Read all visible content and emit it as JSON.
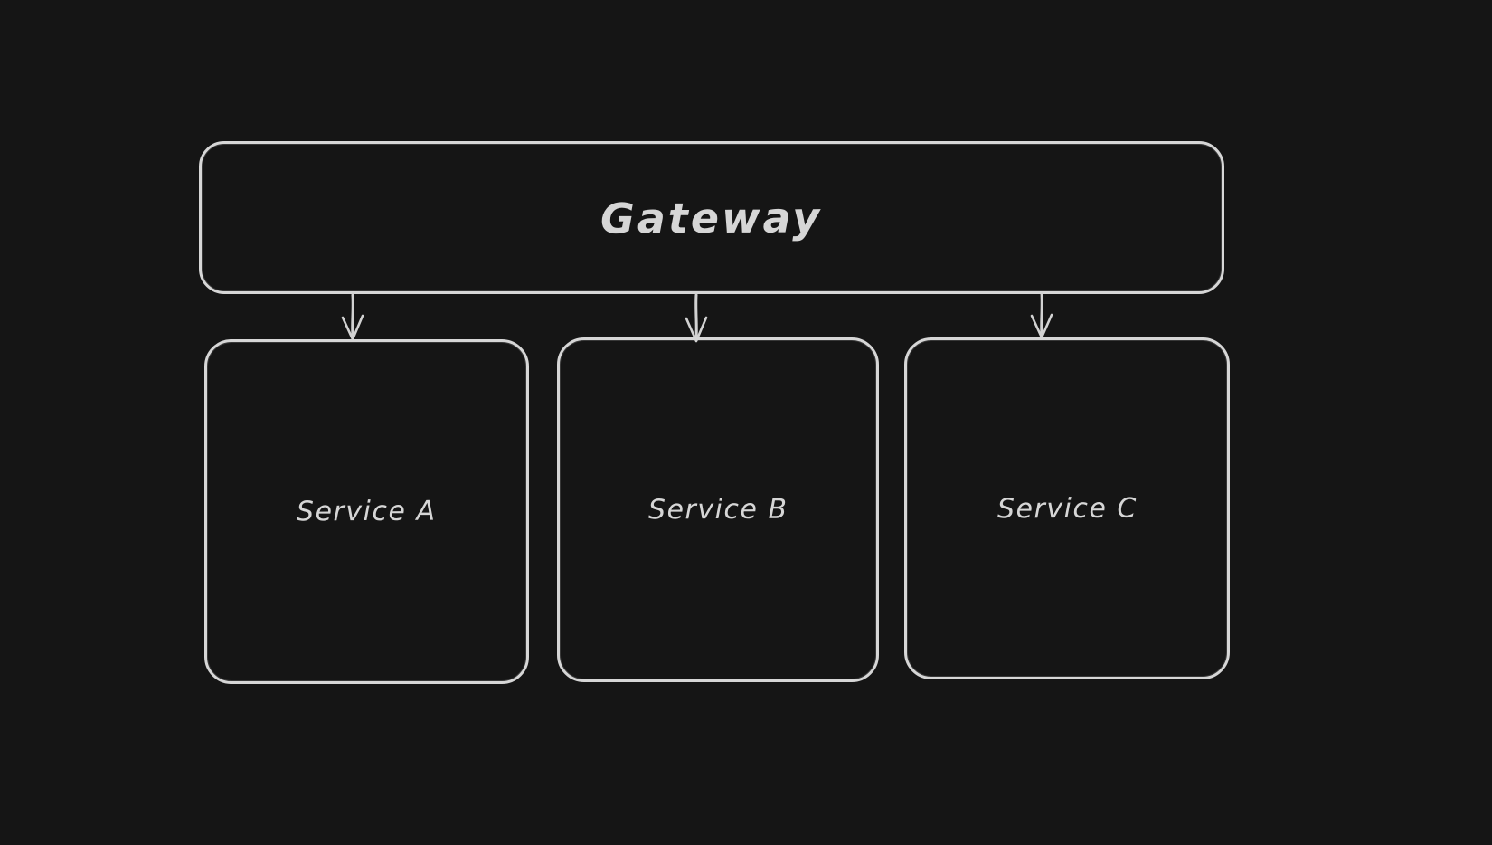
{
  "diagram": {
    "style": "hand-drawn",
    "colors": {
      "canvas-bg": "#151515",
      "node-stroke": "#d6d6d6",
      "node-fill": "transparent",
      "edge-stroke": "#d2d2d2",
      "text-color": "#d6d6d6"
    },
    "nodes": [
      {
        "id": "gateway",
        "label": "Gateway",
        "shape": "rounded-rectangle"
      },
      {
        "id": "service-a",
        "label": "Service A",
        "shape": "rounded-rectangle"
      },
      {
        "id": "service-b",
        "label": "Service B",
        "shape": "rounded-rectangle"
      },
      {
        "id": "service-c",
        "label": "Service C",
        "shape": "rounded-rectangle"
      }
    ],
    "edges": [
      {
        "from": "Gateway",
        "to": "Service A",
        "direction": "down"
      },
      {
        "from": "Gateway",
        "to": "Service B",
        "direction": "down"
      },
      {
        "from": "Gateway",
        "to": "Service C",
        "direction": "down"
      }
    ]
  }
}
